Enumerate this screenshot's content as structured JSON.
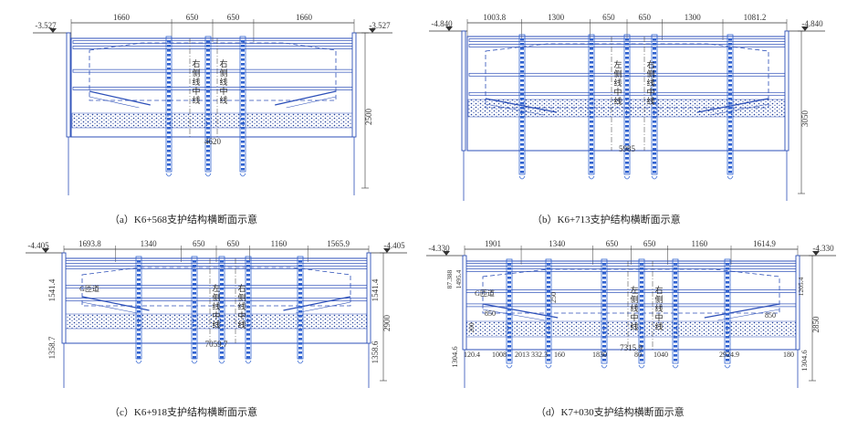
{
  "colors": {
    "line": "#2c4fb8",
    "pile": "#2f62d0",
    "dim": "#333333",
    "hatch": "#1f3f9a"
  },
  "panels": [
    {
      "id": "a",
      "caption": "（a）K6+568支护结构横断面示意",
      "top_dims": [
        "1660",
        "650",
        "650",
        "1660"
      ],
      "left_elev": "-3.527",
      "right_elev": "-3.527",
      "width_label": "4620",
      "right_height": "2500",
      "center_labels": [
        "右侧线中线",
        "右侧线中线"
      ],
      "side_labels": [],
      "bottom_labels": []
    },
    {
      "id": "b",
      "caption": "（b）K6+713支护结构横断面示意",
      "top_dims": [
        "1003.8",
        "1300",
        "650",
        "650",
        "1300",
        "1081.2"
      ],
      "left_elev": "-4.840",
      "right_elev": "-4.840",
      "width_label": "5985",
      "right_height": "3050",
      "center_labels": [
        "左侧线中线",
        "右侧线中线"
      ],
      "side_labels": [],
      "bottom_labels": []
    },
    {
      "id": "c",
      "caption": "（c）K6+918支护结构横断面示意",
      "top_dims": [
        "1693.8",
        "1340",
        "650",
        "650",
        "1160",
        "1565.9"
      ],
      "left_elev": "-4.405",
      "right_elev": "-4.405",
      "width_label": "7059.7",
      "right_height": "2900",
      "center_labels": [
        "左侧线中线",
        "右侧线中线"
      ],
      "side_labels": [
        "1541.4",
        "1358.7",
        "1541.4",
        "1358.6",
        "G匝道"
      ],
      "bottom_labels": []
    },
    {
      "id": "d",
      "caption": "（d）K7+030支护结构横断面示意",
      "top_dims": [
        "1901",
        "1340",
        "650",
        "650",
        "1160",
        "1614.9"
      ],
      "left_elev": "-4.330",
      "right_elev": "-4.330",
      "width_label": "7315.9",
      "right_height": "2850",
      "center_labels": [
        "左侧线中线",
        "右侧线中线"
      ],
      "side_labels": [
        "1304.6",
        "1304.6",
        "G匝道",
        "850",
        "850",
        "250",
        "200",
        "120.4",
        "1008",
        "2013",
        "332.3",
        "160",
        "1830",
        "80",
        "1040",
        "2924.9",
        "180",
        "87.388",
        "1495.4",
        "1205.4"
      ],
      "bottom_labels": []
    }
  ]
}
